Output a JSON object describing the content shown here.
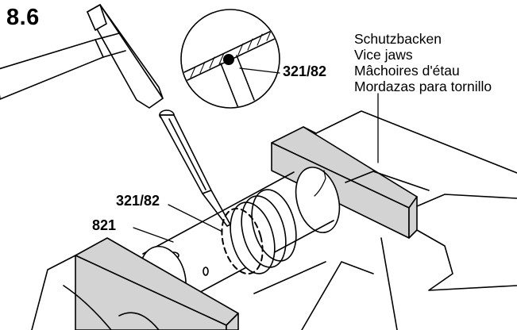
{
  "figure": {
    "number": "8.6",
    "callouts": {
      "detail_part": "321/82",
      "pin_part": "321/82",
      "housing_part": "821"
    },
    "vice_jaws_labels": [
      "Schutzbacken",
      "Vice jaws",
      "Mâchoires d'étau",
      "Mordazas para tornillo"
    ]
  },
  "colors": {
    "ink": "#000000",
    "paper": "#ffffff",
    "jaw_fill": "#d3d3d3"
  }
}
